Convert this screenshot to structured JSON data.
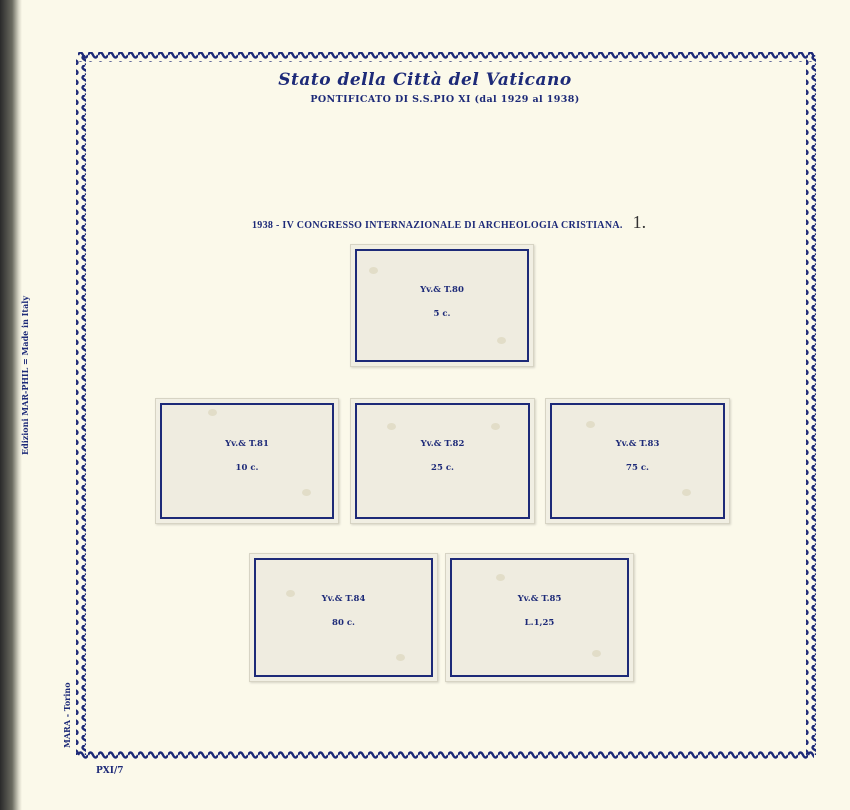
{
  "header": {
    "title": "Stato della Città del Vaticano",
    "subtitle": "PONTIFICATO DI S.S.PIO XI (dal 1929 al 1938)"
  },
  "series_title": "1938 - IV CONGRESSO INTERNAZIONALE DI ARCHEOLOGIA CRISTIANA.",
  "handwritten_mark": "1.",
  "publisher": "Edizioni MAR-PHIL = Made in Italy",
  "printer": "MARA - Torino",
  "page_number": "PXI/7",
  "colors": {
    "ink": "#1d2a78",
    "paper": "#fbf9ea"
  },
  "stamps": [
    {
      "catalog": "Yv.& T.80",
      "value": "5 c."
    },
    {
      "catalog": "Yv.& T.81",
      "value": "10 c."
    },
    {
      "catalog": "Yv.& T.82",
      "value": "25 c."
    },
    {
      "catalog": "Yv.& T.83",
      "value": "75 c."
    },
    {
      "catalog": "Yv.& T.84",
      "value": "80 c."
    },
    {
      "catalog": "Yv.& T.85",
      "value": "L.1,25"
    }
  ]
}
